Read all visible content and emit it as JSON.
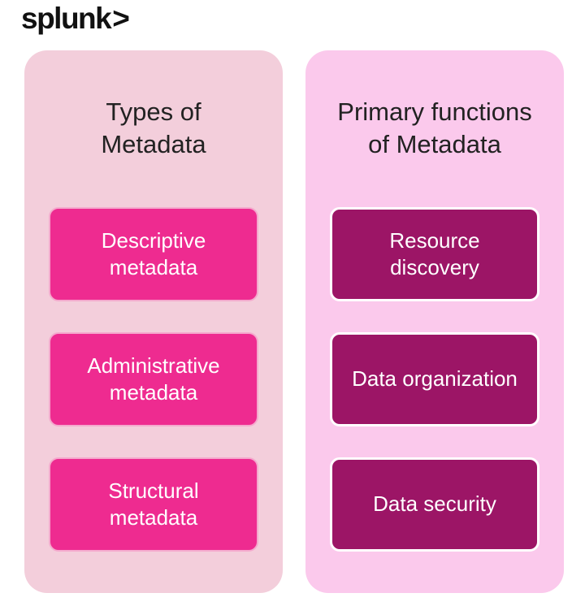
{
  "logo": {
    "text": "splunk",
    "chevron": ">"
  },
  "colors": {
    "page_background": "#ffffff",
    "left_panel_background": "#f3cedb",
    "right_panel_background": "#fbc9ec",
    "left_box_background": "#ee2b90",
    "right_box_background": "#9c1566",
    "box_text": "#ffffff",
    "title_text": "#222222",
    "logo_text": "#111111"
  },
  "left_panel": {
    "title": "Types of\nMetadata",
    "items": [
      "Descriptive\nmetadata",
      "Administrative\nmetadata",
      "Structural\nmetadata"
    ]
  },
  "right_panel": {
    "title": "Primary functions\nof Metadata",
    "items": [
      "Resource\ndiscovery",
      "Data organization",
      "Data security"
    ]
  }
}
